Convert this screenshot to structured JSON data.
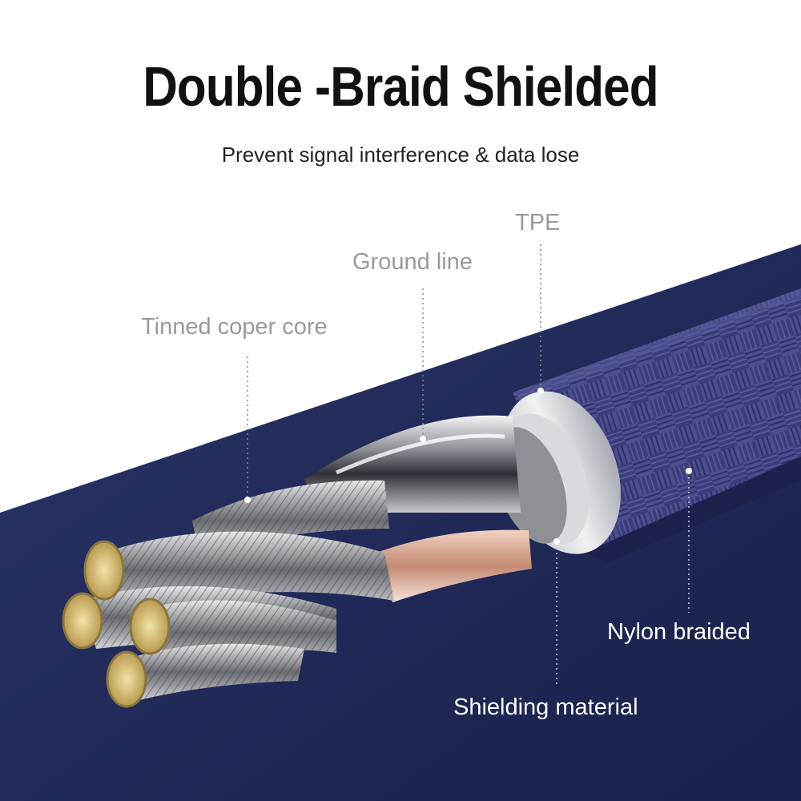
{
  "headline": "Double -Braid Shielded",
  "subheadline": "Prevent signal interference & data lose",
  "labels": {
    "tpe": "TPE",
    "ground_line": "Ground line",
    "tinned_copper_core": "Tinned coper core",
    "nylon_braided": "Nylon braided",
    "shielding_material": "Shielding material"
  },
  "colors": {
    "background_band": "#1e2757",
    "braid": "#3b3f7a",
    "label_grey": "#9a9a9a",
    "label_white": "#ffffff",
    "copper_tip": "#d8c27a"
  }
}
